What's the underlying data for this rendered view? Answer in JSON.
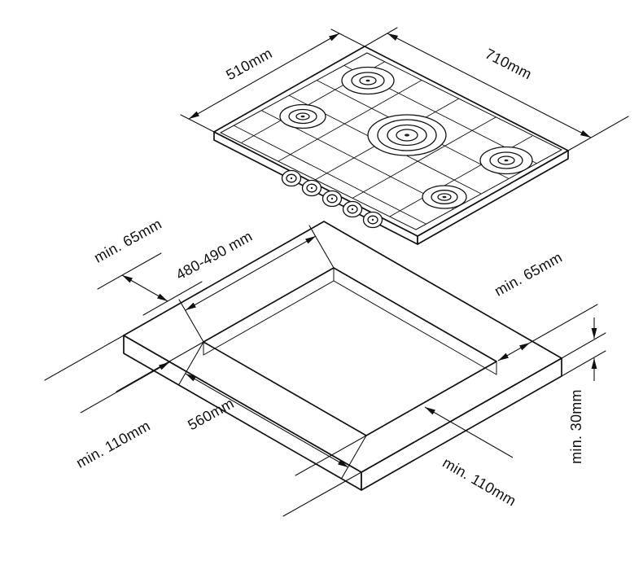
{
  "hob": {
    "depth_label": "510mm",
    "width_label": "710mm"
  },
  "worktop": {
    "rear_clearance_label": "min. 65mm",
    "cutout_depth_label": "480-490 mm",
    "side_clearance_label": "min. 65mm",
    "cutout_width_label": "560mm",
    "left_clearance_label": "min. 110mm",
    "front_clearance_label": "min. 110mm",
    "thickness_label": "min. 30mm"
  }
}
